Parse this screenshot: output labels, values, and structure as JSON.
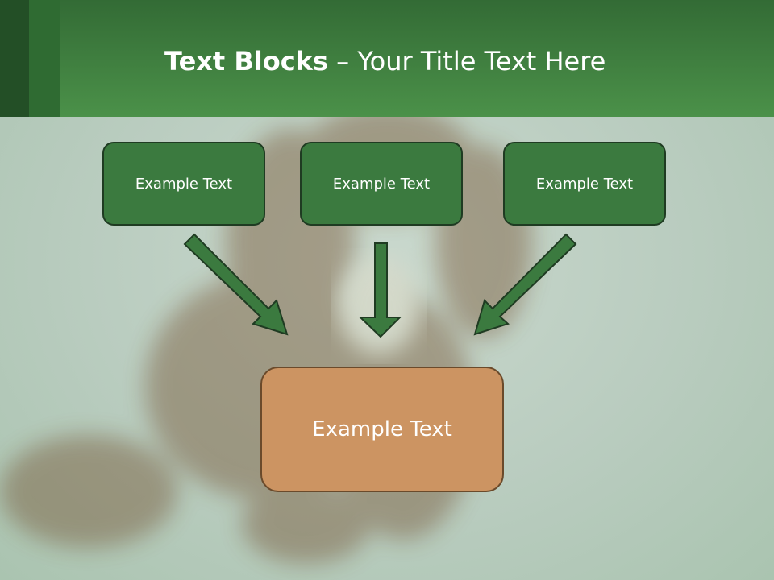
{
  "title": {
    "bold": "Text Blocks",
    "rest": " – Your Title Text Here"
  },
  "blocks": [
    {
      "label": "Example Text"
    },
    {
      "label": "Example Text"
    },
    {
      "label": "Example Text"
    }
  ],
  "target": {
    "label": "Example Text"
  },
  "colors": {
    "header": "#4b9149",
    "box_green": "#3b7a3f",
    "box_orange": "#cc9462",
    "arrow": "#3b7a3f"
  }
}
